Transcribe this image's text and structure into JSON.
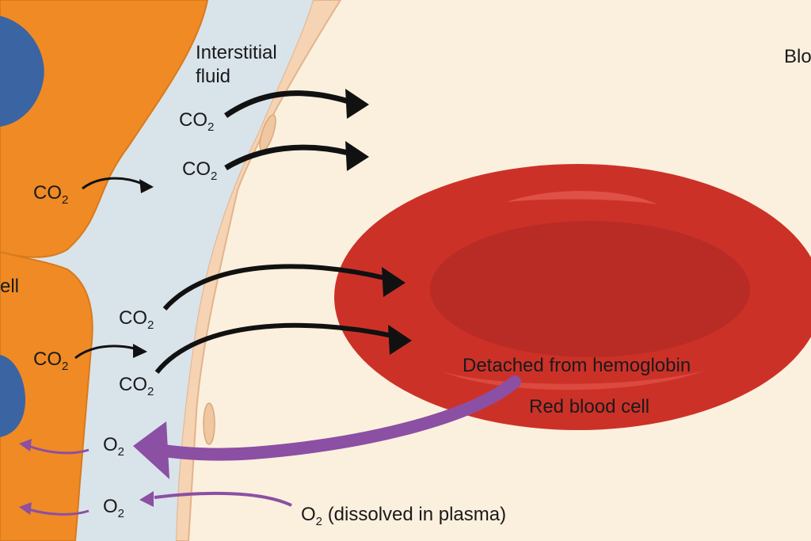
{
  "labels": {
    "interstitial_fluid_line1": "Interstitial",
    "interstitial_fluid_line2": "fluid",
    "blood_partial": "Blo",
    "cell_partial": "ell",
    "red_blood_cell": "Red blood cell",
    "detached": "Detached from hemoglobin",
    "dissolved": "(dissolved in plasma)",
    "co2_base": "CO",
    "o2_base": "O",
    "subscript_2": "2"
  },
  "colors": {
    "tissue_cell": "#f08a24",
    "nucleus": "#3b64a3",
    "interstitial": "#d9e3ea",
    "capillary_wall": "#f5d3b3",
    "plasma": "#fbf0de",
    "rbc_outer": "#cc3128",
    "rbc_inner": "#b92c26",
    "co2_arrow": "#111111",
    "o2_arrow": "#8b4fa3"
  }
}
